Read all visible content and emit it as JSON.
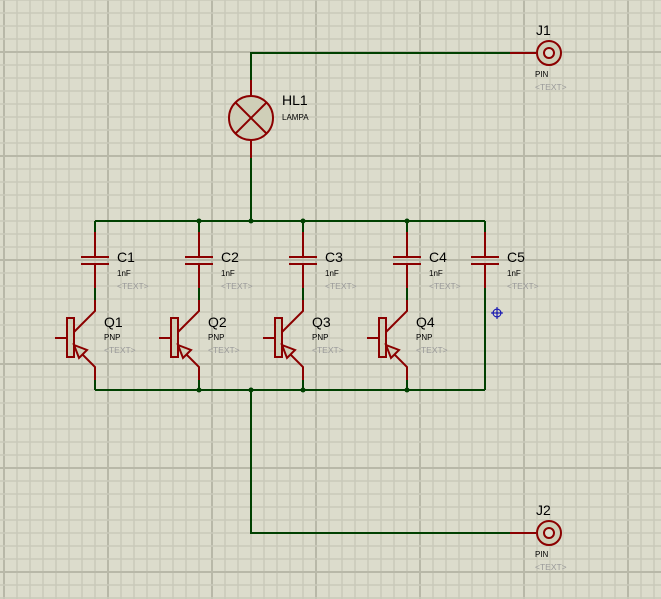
{
  "colors": {
    "background": "#dcdccc",
    "grid_minor": "#c9c9ba",
    "grid_major": "#b8b8a8",
    "wire": "#004000",
    "component": "#8b0000",
    "component_fill": "#cfcfb8",
    "text": "#000000",
    "placeholder_text": "#9a9a9a",
    "cursor": "#0000b0"
  },
  "components": {
    "J1": {
      "ref": "J1",
      "value": "PIN",
      "text": "<TEXT>"
    },
    "J2": {
      "ref": "J2",
      "value": "PIN",
      "text": "<TEXT>"
    },
    "HL1": {
      "ref": "HL1",
      "value": "LAMPA"
    },
    "capacitors": [
      {
        "ref": "C1",
        "value": "1nF",
        "text": "<TEXT>"
      },
      {
        "ref": "C2",
        "value": "1nF",
        "text": "<TEXT>"
      },
      {
        "ref": "C3",
        "value": "1nF",
        "text": "<TEXT>"
      },
      {
        "ref": "C4",
        "value": "1nF",
        "text": "<TEXT>"
      },
      {
        "ref": "C5",
        "value": "1nF",
        "text": "<TEXT>"
      }
    ],
    "transistors": [
      {
        "ref": "Q1",
        "value": "PNP",
        "text": "<TEXT>"
      },
      {
        "ref": "Q2",
        "value": "PNP",
        "text": "<TEXT>"
      },
      {
        "ref": "Q3",
        "value": "PNP",
        "text": "<TEXT>"
      },
      {
        "ref": "Q4",
        "value": "PNP",
        "text": "<TEXT>"
      }
    ]
  }
}
